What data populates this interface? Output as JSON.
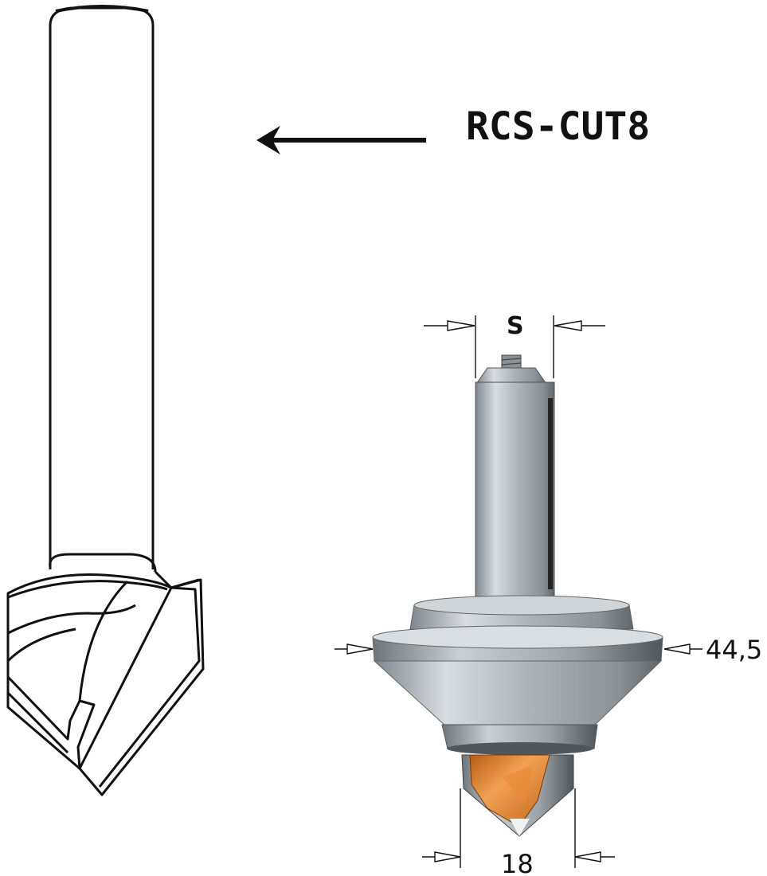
{
  "product": {
    "code": "RCS-CUT8"
  },
  "dimensions": {
    "shank": "S",
    "body_diameter": "44,5",
    "cut_width": "18"
  },
  "colors": {
    "line": "#111111",
    "steel": "#b9c0c6",
    "carbide": "#d7782a"
  }
}
